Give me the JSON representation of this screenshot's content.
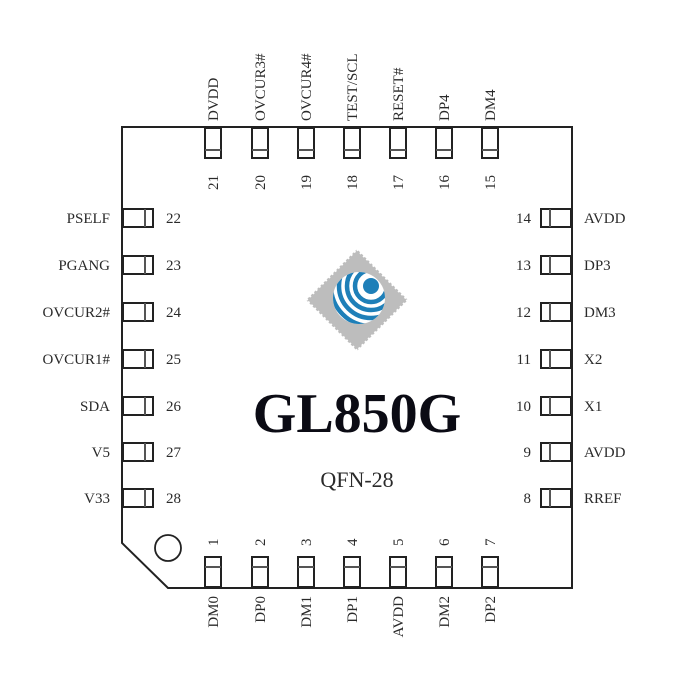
{
  "chip": {
    "name": "GL850G",
    "package": "QFN-28",
    "logo": "globe-logo-icon",
    "colors": {
      "globe": "#1e7fb8",
      "diamond": "#bdbdbd",
      "outline": "#222222"
    }
  },
  "pins": {
    "top": [
      {
        "num": "21",
        "name": "DVDD"
      },
      {
        "num": "20",
        "name": "OVCUR3#"
      },
      {
        "num": "19",
        "name": "OVCUR4#"
      },
      {
        "num": "18",
        "name": "TEST/SCL"
      },
      {
        "num": "17",
        "name": "RESET#"
      },
      {
        "num": "16",
        "name": "DP4"
      },
      {
        "num": "15",
        "name": "DM4"
      }
    ],
    "left": [
      {
        "num": "22",
        "name": "PSELF"
      },
      {
        "num": "23",
        "name": "PGANG"
      },
      {
        "num": "24",
        "name": "OVCUR2#"
      },
      {
        "num": "25",
        "name": "OVCUR1#"
      },
      {
        "num": "26",
        "name": "SDA"
      },
      {
        "num": "27",
        "name": "V5"
      },
      {
        "num": "28",
        "name": "V33"
      }
    ],
    "right": [
      {
        "num": "14",
        "name": "AVDD"
      },
      {
        "num": "13",
        "name": "DP3"
      },
      {
        "num": "12",
        "name": "DM3"
      },
      {
        "num": "11",
        "name": "X2"
      },
      {
        "num": "10",
        "name": "X1"
      },
      {
        "num": "9",
        "name": "AVDD"
      },
      {
        "num": "8",
        "name": "RREF"
      }
    ],
    "bottom": [
      {
        "num": "1",
        "name": "DM0"
      },
      {
        "num": "2",
        "name": "DP0"
      },
      {
        "num": "3",
        "name": "DM1"
      },
      {
        "num": "4",
        "name": "DP1"
      },
      {
        "num": "5",
        "name": "AVDD"
      },
      {
        "num": "6",
        "name": "DM2"
      },
      {
        "num": "7",
        "name": "DP2"
      }
    ]
  }
}
